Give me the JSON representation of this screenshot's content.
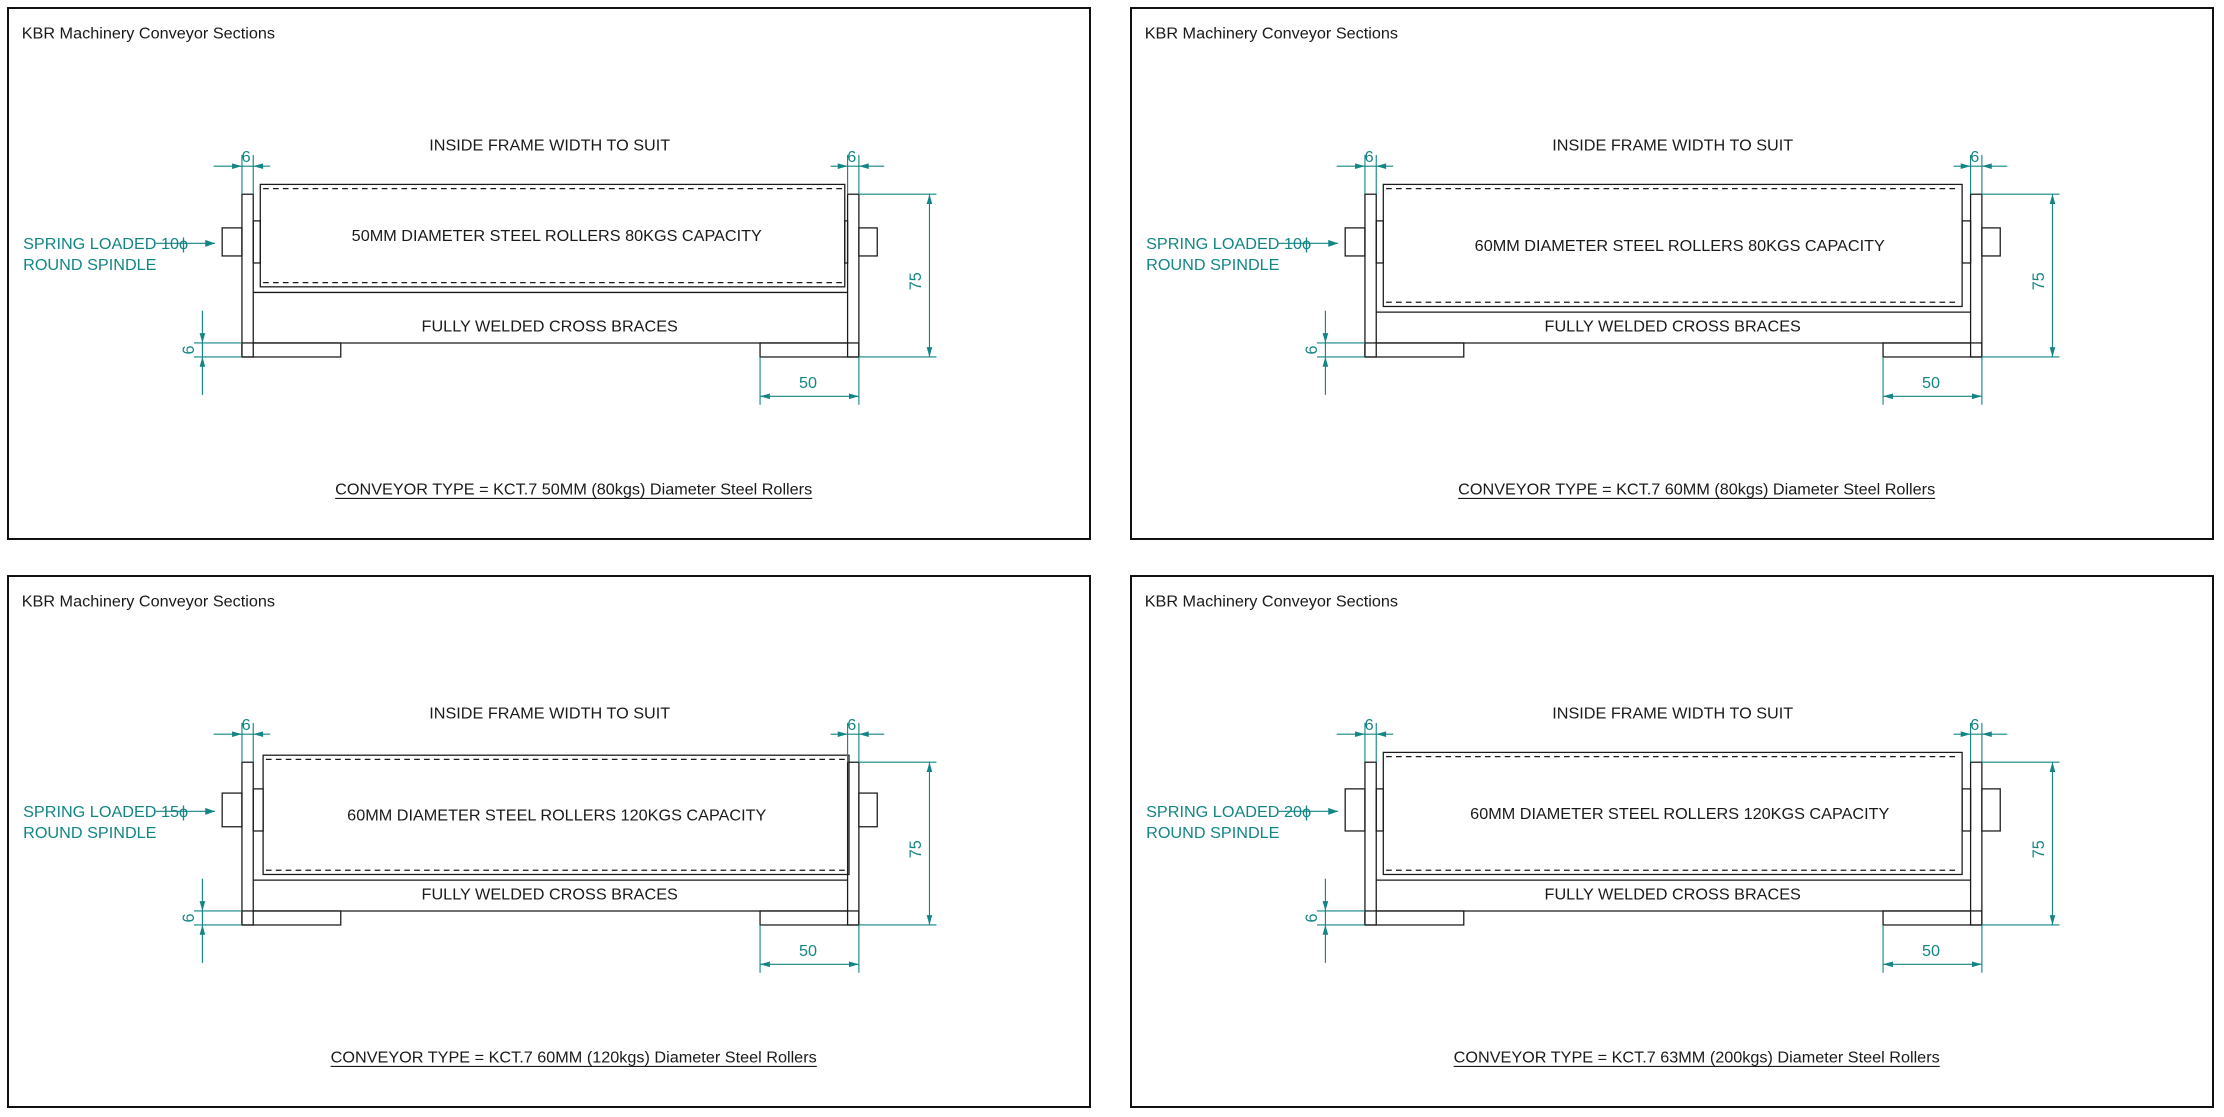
{
  "colors": {
    "dimension": "#138585",
    "line": "#1a1a1a"
  },
  "panels": [
    {
      "title": "KBR Machinery Conveyor Sections",
      "top_label": "INSIDE FRAME WIDTH TO SUIT",
      "roller_label": "50MM DIAMETER STEEL ROLLERS 80KGS CAPACITY",
      "brace_label": "FULLY WELDED CROSS BRACES",
      "spindle_label_1": "SPRING LOADED 10ϕ",
      "spindle_label_2": "ROUND SPINDLE",
      "dim_plate_left": "6",
      "dim_plate_right": "6",
      "dim_base": "6",
      "dim_height": "75",
      "dim_foot": "50",
      "caption": "CONVEYOR TYPE = KCT.7 50MM (80kgs) Diameter Steel Rollers"
    },
    {
      "title": "KBR Machinery Conveyor Sections",
      "top_label": "INSIDE FRAME WIDTH TO SUIT",
      "roller_label": "60MM DIAMETER STEEL ROLLERS 80KGS CAPACITY",
      "brace_label": "FULLY WELDED CROSS BRACES",
      "spindle_label_1": "SPRING LOADED 10ϕ",
      "spindle_label_2": "ROUND SPINDLE",
      "dim_plate_left": "6",
      "dim_plate_right": "6",
      "dim_base": "6",
      "dim_height": "75",
      "dim_foot": "50",
      "caption": "CONVEYOR TYPE = KCT.7 60MM (80kgs) Diameter Steel Rollers"
    },
    {
      "title": "KBR Machinery Conveyor Sections",
      "top_label": "INSIDE FRAME WIDTH TO SUIT",
      "roller_label": "60MM DIAMETER STEEL ROLLERS 120KGS CAPACITY",
      "brace_label": "FULLY WELDED CROSS BRACES",
      "spindle_label_1": "SPRING LOADED 15ϕ",
      "spindle_label_2": "ROUND SPINDLE",
      "dim_plate_left": "6",
      "dim_plate_right": "6",
      "dim_base": "6",
      "dim_height": "75",
      "dim_foot": "50",
      "caption": "CONVEYOR TYPE = KCT.7 60MM (120kgs) Diameter Steel Rollers"
    },
    {
      "title": "KBR Machinery Conveyor Sections",
      "top_label": "INSIDE FRAME WIDTH TO SUIT",
      "roller_label": "60MM DIAMETER STEEL ROLLERS 120KGS CAPACITY",
      "brace_label": "FULLY WELDED CROSS BRACES",
      "spindle_label_1": "SPRING LOADED 20ϕ",
      "spindle_label_2": "ROUND SPINDLE",
      "dim_plate_left": "6",
      "dim_plate_right": "6",
      "dim_base": "6",
      "dim_height": "75",
      "dim_foot": "50",
      "caption": "CONVEYOR TYPE = KCT.7 63MM (200kgs) Diameter Steel Rollers"
    }
  ]
}
